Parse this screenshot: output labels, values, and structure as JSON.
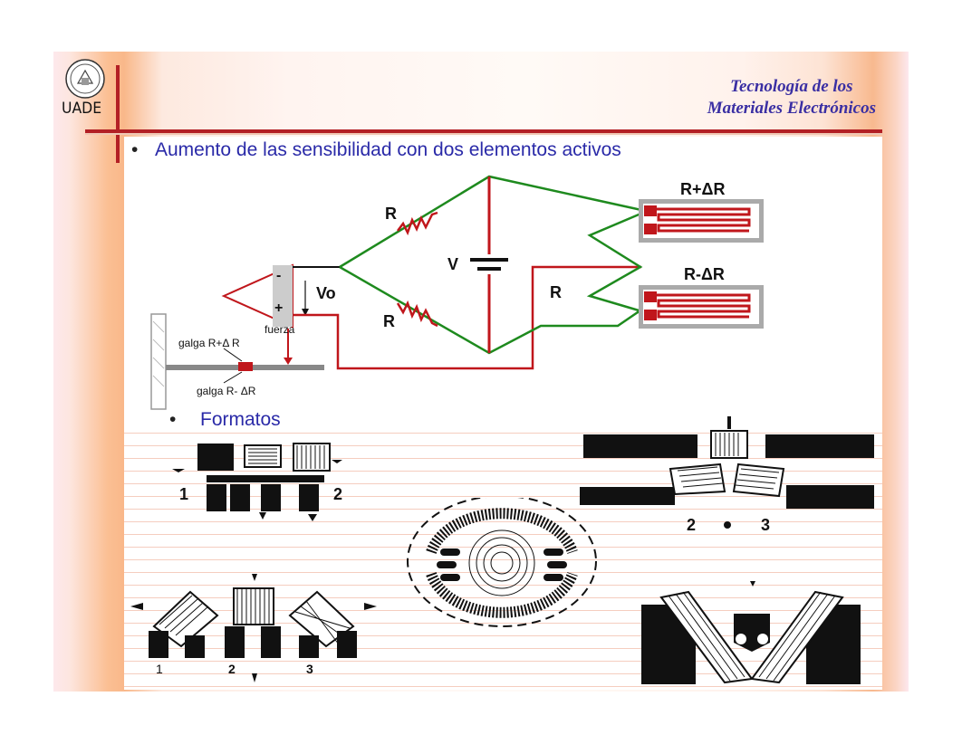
{
  "header": {
    "logo_text": "UADE",
    "course_line1": "Tecnología de los",
    "course_line2": "Materiales Electrónicos"
  },
  "bullets": {
    "b1": "Aumento de las sensibilidad con dos elementos activos",
    "b2": "Formatos"
  },
  "circuit": {
    "r_top": "R",
    "r_bottom": "R",
    "r_right": "R",
    "v": "V",
    "vo": "Vo",
    "minus": "-",
    "plus": "+",
    "gauge_top": "R+ΔR",
    "gauge_bottom": "R-ΔR",
    "fuerza": "fuerza",
    "galga_top": "galga R+Δ R",
    "galga_bottom": "galga R- ΔR"
  },
  "formats": {
    "f1_left": "1",
    "f1_right": "2",
    "f2_left": "2",
    "f2_right": "3",
    "f3_n1": "1",
    "f3_n2": "2",
    "f3_n3": "3"
  },
  "colors": {
    "accent_red": "#b32025",
    "title_blue": "#3a2fa3",
    "wire_green": "#1e8a1e",
    "wire_red": "#c0161b"
  }
}
